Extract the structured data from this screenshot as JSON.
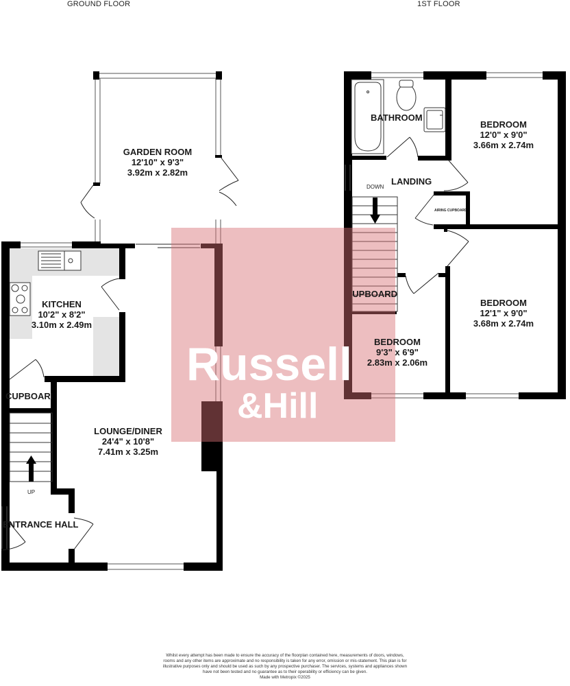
{
  "floors": [
    {
      "title": "GROUND FLOOR",
      "rooms": [
        {
          "name": "GARDEN ROOM",
          "imperial": "12'10\"  x 9'3\"",
          "metric": "3.92m  x 2.82m"
        },
        {
          "name": "KITCHEN",
          "imperial": "10'2\"  x 8'2\"",
          "metric": "3.10m  x 2.49m"
        },
        {
          "name": "LOUNGE/DINER",
          "imperial": "24'4\"  x 10'8\"",
          "metric": "7.41m  x 3.25m"
        },
        {
          "name": "ENTRANCE HALL"
        },
        {
          "name": "CUPBOARD"
        }
      ],
      "stair_label": "UP"
    },
    {
      "title": "1ST FLOOR",
      "rooms": [
        {
          "name": "BATHROOM"
        },
        {
          "name": "BEDROOM",
          "imperial": "12'0\"  x 9'0\"",
          "metric": "3.66m  x 2.74m"
        },
        {
          "name": "LANDING"
        },
        {
          "name": "AIRING CUPBOARD"
        },
        {
          "name": "CUPBOARD"
        },
        {
          "name": "BEDROOM",
          "imperial": "12'1\"  x 9'0\"",
          "metric": "3.68m  x 2.74m"
        },
        {
          "name": "BEDROOM",
          "imperial": "9'3\"  x 6'9\"",
          "metric": "2.83m  x 2.06m"
        }
      ],
      "stair_label": "DOWN"
    }
  ],
  "watermark": {
    "line1": "Russell",
    "line2": "&Hill",
    "color": "#d66e73"
  },
  "disclaimer": {
    "text": "Whilst every attempt has been made to ensure the accuracy of the floorplan contained here, measurements of doors, windows, rooms and any other items are approximate and no responsibility is taken for any error, omission or mis-statement. This plan is for illustrative purposes only and should be used as such by any prospective purchaser. The services, systems and appliances shown have not been tested and no guarantee as to their operability or efficiency can be given.",
    "credit": "Made with Metropix ©2025"
  },
  "colors": {
    "wall": "#000000",
    "worktop": "#e4e4e4",
    "background": "#ffffff"
  }
}
